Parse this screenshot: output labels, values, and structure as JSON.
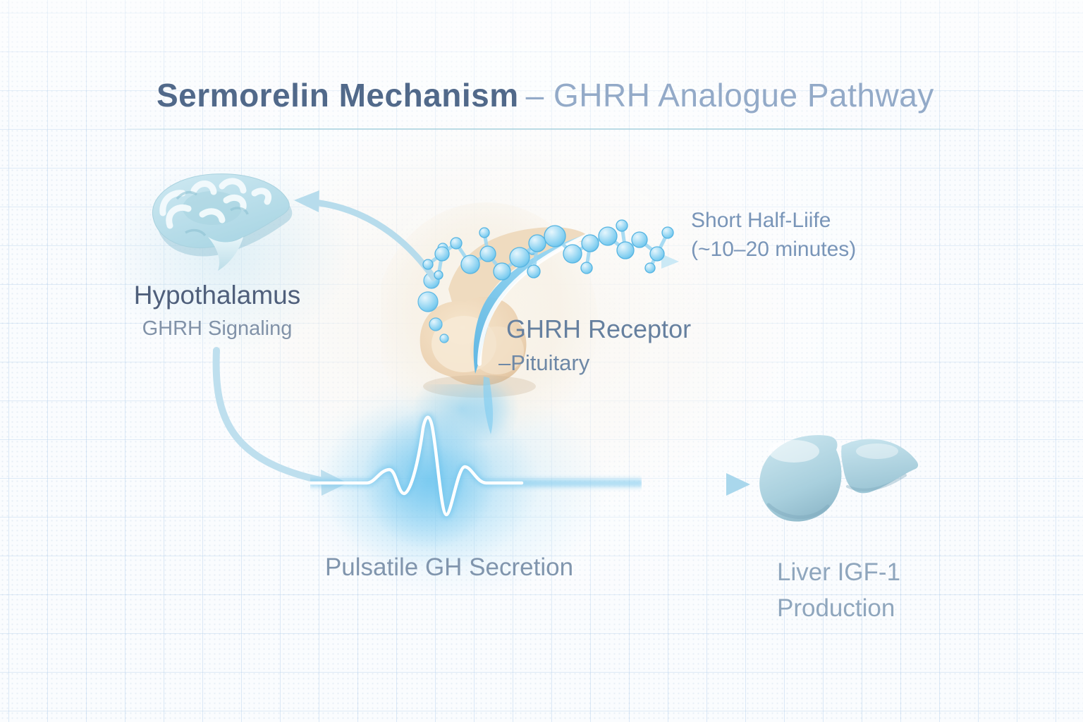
{
  "title": {
    "primary": "Sermorelin Mechanism",
    "secondary": "– GHRH Analogue Pathway"
  },
  "hypothalamus": {
    "label": "Hypothalamus",
    "sublabel": "GHRH Signaling"
  },
  "pituitary": {
    "label": "GHRH Receptor",
    "sublabel": "–Pituitary"
  },
  "half_life": {
    "line1": "Short Half-Liife",
    "line2": "(~10–20 minutes)"
  },
  "secretion": {
    "label": "Pulsatile GH Secretion"
  },
  "liver": {
    "line1": "Liver IGF-1",
    "line2": "Production"
  },
  "icons": {
    "brain": "hypothalamus-brain-illustration",
    "pituitary": "pituitary-gland-illustration",
    "molecule": "sermorelin-peptide-chain-illustration",
    "pulse": "gh-pulse-waveform-illustration",
    "liver": "liver-illustration"
  },
  "colors": {
    "title_primary": "#51698a",
    "title_secondary": "#93aac8",
    "label_dark": "#4f5f7b",
    "label_light": "#8192a8",
    "molecule_blue": "#7ecdf0",
    "arrow_blue": "#b7dcec",
    "gland_beige": "#ecd3b4",
    "organ_teal": "#aed2de",
    "pulse_glow": "#86cdf1",
    "grid_blue": "#a8c8e9"
  }
}
